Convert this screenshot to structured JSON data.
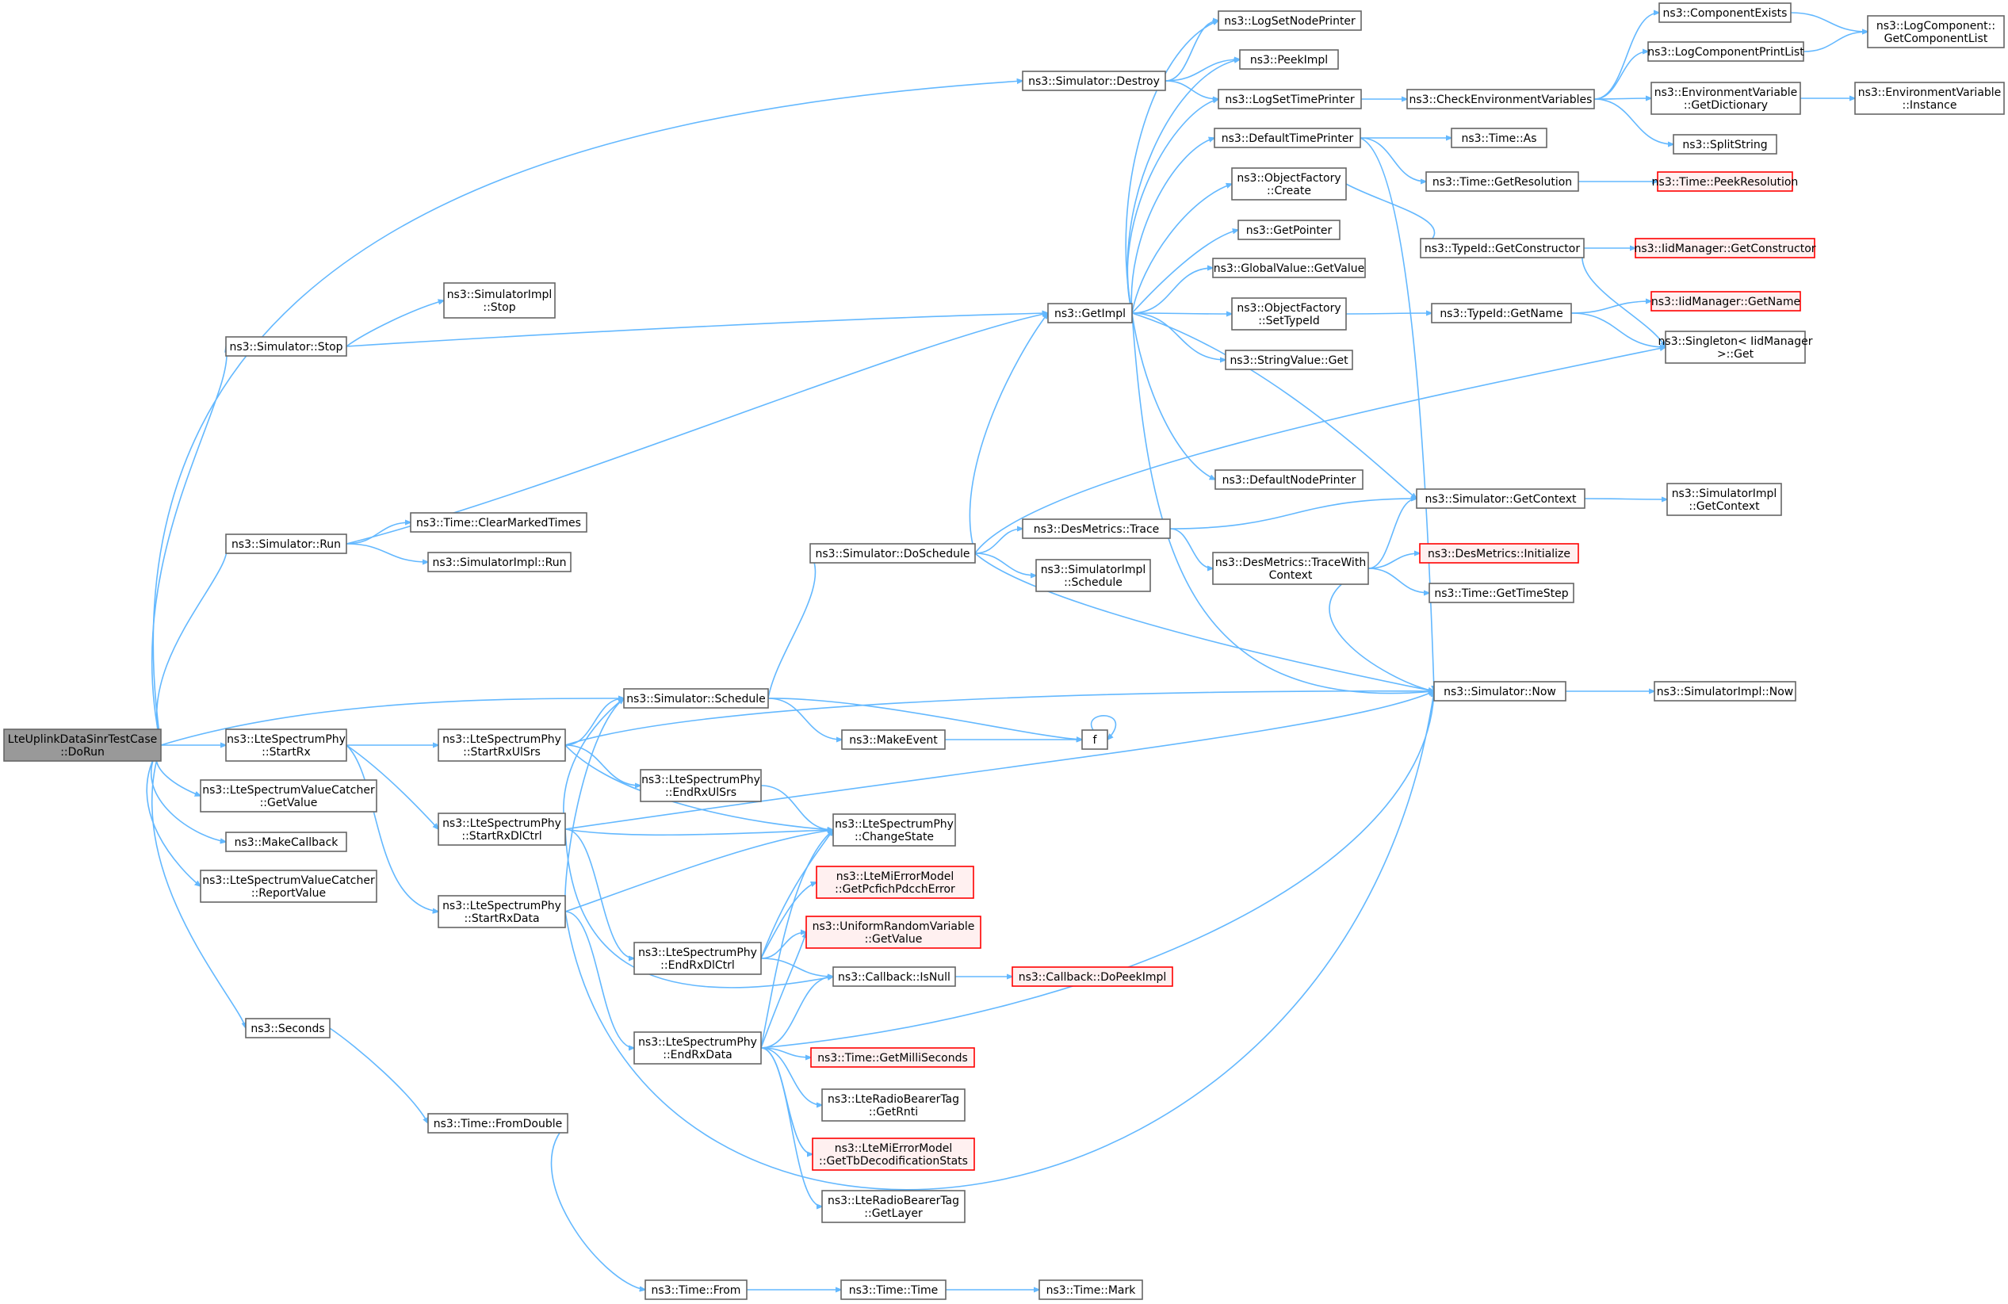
{
  "graph": {
    "edge_color": "#63b8ff",
    "box_border_color": "#666666",
    "root_fill_color": "#999999",
    "truncated_border_color": "#ff0000",
    "truncated_fill_color": "#fff0f0",
    "nodes": [
      {
        "id": "dorun",
        "lines": [
          "LteUplinkDataSinrTestCase",
          "::DoRun"
        ],
        "style": "root"
      },
      {
        "id": "sim_destroy",
        "lines": [
          "ns3::Simulator::Destroy"
        ]
      },
      {
        "id": "sim_stop",
        "lines": [
          "ns3::Simulator::Stop"
        ]
      },
      {
        "id": "simimpl_stop",
        "lines": [
          "ns3::SimulatorImpl",
          "::Stop"
        ]
      },
      {
        "id": "sim_run",
        "lines": [
          "ns3::Simulator::Run"
        ]
      },
      {
        "id": "time_clearmarked",
        "lines": [
          "ns3::Time::ClearMarkedTimes"
        ]
      },
      {
        "id": "simimpl_run",
        "lines": [
          "ns3::SimulatorImpl::Run"
        ]
      },
      {
        "id": "sim_schedule",
        "lines": [
          "ns3::Simulator::Schedule"
        ]
      },
      {
        "id": "lsp_startrx",
        "lines": [
          "ns3::LteSpectrumPhy",
          "::StartRx"
        ]
      },
      {
        "id": "lsvc_getvalue",
        "lines": [
          "ns3::LteSpectrumValueCatcher",
          "::GetValue"
        ]
      },
      {
        "id": "makecallback",
        "lines": [
          "ns3::MakeCallback"
        ]
      },
      {
        "id": "lsvc_report",
        "lines": [
          "ns3::LteSpectrumValueCatcher",
          "::ReportValue"
        ]
      },
      {
        "id": "seconds",
        "lines": [
          "ns3::Seconds"
        ]
      },
      {
        "id": "time_fromdouble",
        "lines": [
          "ns3::Time::FromDouble"
        ]
      },
      {
        "id": "time_from",
        "lines": [
          "ns3::Time::From"
        ]
      },
      {
        "id": "time_time",
        "lines": [
          "ns3::Time::Time"
        ]
      },
      {
        "id": "time_mark",
        "lines": [
          "ns3::Time::Mark"
        ]
      },
      {
        "id": "lsp_startrxulsrs",
        "lines": [
          "ns3::LteSpectrumPhy",
          "::StartRxUlSrs"
        ]
      },
      {
        "id": "lsp_startrxdlctrl",
        "lines": [
          "ns3::LteSpectrumPhy",
          "::StartRxDlCtrl"
        ]
      },
      {
        "id": "lsp_startrxdata",
        "lines": [
          "ns3::LteSpectrumPhy",
          "::StartRxData"
        ]
      },
      {
        "id": "lsp_endrxulsrs",
        "lines": [
          "ns3::LteSpectrumPhy",
          "::EndRxUlSrs"
        ]
      },
      {
        "id": "lsp_endrxdlctrl",
        "lines": [
          "ns3::LteSpectrumPhy",
          "::EndRxDlCtrl"
        ]
      },
      {
        "id": "lsp_endrxdata",
        "lines": [
          "ns3::LteSpectrumPhy",
          "::EndRxData"
        ]
      },
      {
        "id": "makeevent",
        "lines": [
          "ns3::MakeEvent"
        ]
      },
      {
        "id": "f",
        "lines": [
          "f"
        ]
      },
      {
        "id": "lsp_changestate",
        "lines": [
          "ns3::LteSpectrumPhy",
          "::ChangeState"
        ]
      },
      {
        "id": "lmem_pcfich",
        "lines": [
          "ns3::LteMiErrorModel",
          "::GetPcfichPdcchError"
        ],
        "style": "red"
      },
      {
        "id": "urv_getvalue",
        "lines": [
          "ns3::UniformRandomVariable",
          "::GetValue"
        ],
        "style": "red"
      },
      {
        "id": "cb_isnull",
        "lines": [
          "ns3::Callback::IsNull"
        ]
      },
      {
        "id": "cb_dopeekimpl",
        "lines": [
          "ns3::Callback::DoPeekImpl"
        ],
        "style": "red"
      },
      {
        "id": "time_getms",
        "lines": [
          "ns3::Time::GetMilliSeconds"
        ],
        "style": "red"
      },
      {
        "id": "lrbt_getrnti",
        "lines": [
          "ns3::LteRadioBearerTag",
          "::GetRnti"
        ]
      },
      {
        "id": "lmem_gettb",
        "lines": [
          "ns3::LteMiErrorModel",
          "::GetTbDecodificationStats"
        ],
        "style": "red"
      },
      {
        "id": "lrbt_getlayer",
        "lines": [
          "ns3::LteRadioBearerTag",
          "::GetLayer"
        ]
      },
      {
        "id": "sim_doschedule",
        "lines": [
          "ns3::Simulator::DoSchedule"
        ]
      },
      {
        "id": "desm_trace",
        "lines": [
          "ns3::DesMetrics::Trace"
        ]
      },
      {
        "id": "simimpl_schedule",
        "lines": [
          "ns3::SimulatorImpl",
          "::Schedule"
        ]
      },
      {
        "id": "desm_tracewith",
        "lines": [
          "ns3::DesMetrics::TraceWith",
          "Context"
        ]
      },
      {
        "id": "getimpl",
        "lines": [
          "ns3::GetImpl"
        ]
      },
      {
        "id": "logsetnodeprinter",
        "lines": [
          "ns3::LogSetNodePrinter"
        ]
      },
      {
        "id": "peekimpl",
        "lines": [
          "ns3::PeekImpl"
        ]
      },
      {
        "id": "logsettimeprinter",
        "lines": [
          "ns3::LogSetTimePrinter"
        ]
      },
      {
        "id": "defaulttimeprinter",
        "lines": [
          "ns3::DefaultTimePrinter"
        ]
      },
      {
        "id": "of_create",
        "lines": [
          "ns3::ObjectFactory",
          "::Create"
        ]
      },
      {
        "id": "getpointer",
        "lines": [
          "ns3::GetPointer"
        ]
      },
      {
        "id": "gv_getvalue",
        "lines": [
          "ns3::GlobalValue::GetValue"
        ]
      },
      {
        "id": "of_settypeid",
        "lines": [
          "ns3::ObjectFactory",
          "::SetTypeId"
        ]
      },
      {
        "id": "sv_get",
        "lines": [
          "ns3::StringValue::Get"
        ]
      },
      {
        "id": "defaultnodeprinter",
        "lines": [
          "ns3::DefaultNodePrinter"
        ]
      },
      {
        "id": "checkenv",
        "lines": [
          "ns3::CheckEnvironmentVariables"
        ]
      },
      {
        "id": "time_as",
        "lines": [
          "ns3::Time::As"
        ]
      },
      {
        "id": "time_getres",
        "lines": [
          "ns3::Time::GetResolution"
        ]
      },
      {
        "id": "typeid_getctor",
        "lines": [
          "ns3::TypeId::GetConstructor"
        ]
      },
      {
        "id": "typeid_getname",
        "lines": [
          "ns3::TypeId::GetName"
        ]
      },
      {
        "id": "sim_getcontext",
        "lines": [
          "ns3::Simulator::GetContext"
        ]
      },
      {
        "id": "desm_init",
        "lines": [
          "ns3::DesMetrics::Initialize"
        ],
        "style": "red"
      },
      {
        "id": "time_gettimestep",
        "lines": [
          "ns3::Time::GetTimeStep"
        ]
      },
      {
        "id": "sim_now",
        "lines": [
          "ns3::Simulator::Now"
        ]
      },
      {
        "id": "componentexists",
        "lines": [
          "ns3::ComponentExists"
        ]
      },
      {
        "id": "logcomponentprintlist",
        "lines": [
          "ns3::LogComponentPrintList"
        ]
      },
      {
        "id": "env_getdict",
        "lines": [
          "ns3::EnvironmentVariable",
          "::GetDictionary"
        ]
      },
      {
        "id": "splitstring",
        "lines": [
          "ns3::SplitString"
        ]
      },
      {
        "id": "time_peekres",
        "lines": [
          "ns3::Time::PeekResolution"
        ],
        "style": "red"
      },
      {
        "id": "iid_getctor",
        "lines": [
          "ns3::IidManager::GetConstructor"
        ],
        "style": "red"
      },
      {
        "id": "iid_getname",
        "lines": [
          "ns3::IidManager::GetName"
        ],
        "style": "red"
      },
      {
        "id": "singleton_get",
        "lines": [
          "ns3::Singleton< IidManager",
          " >::Get"
        ]
      },
      {
        "id": "simimpl_getcontext",
        "lines": [
          "ns3::SimulatorImpl",
          "::GetContext"
        ]
      },
      {
        "id": "simimpl_now",
        "lines": [
          "ns3::SimulatorImpl::Now"
        ]
      },
      {
        "id": "logcomp_getlist",
        "lines": [
          "ns3::LogComponent::",
          "GetComponentList"
        ]
      },
      {
        "id": "env_instance",
        "lines": [
          "ns3::EnvironmentVariable",
          "::Instance"
        ]
      }
    ]
  }
}
